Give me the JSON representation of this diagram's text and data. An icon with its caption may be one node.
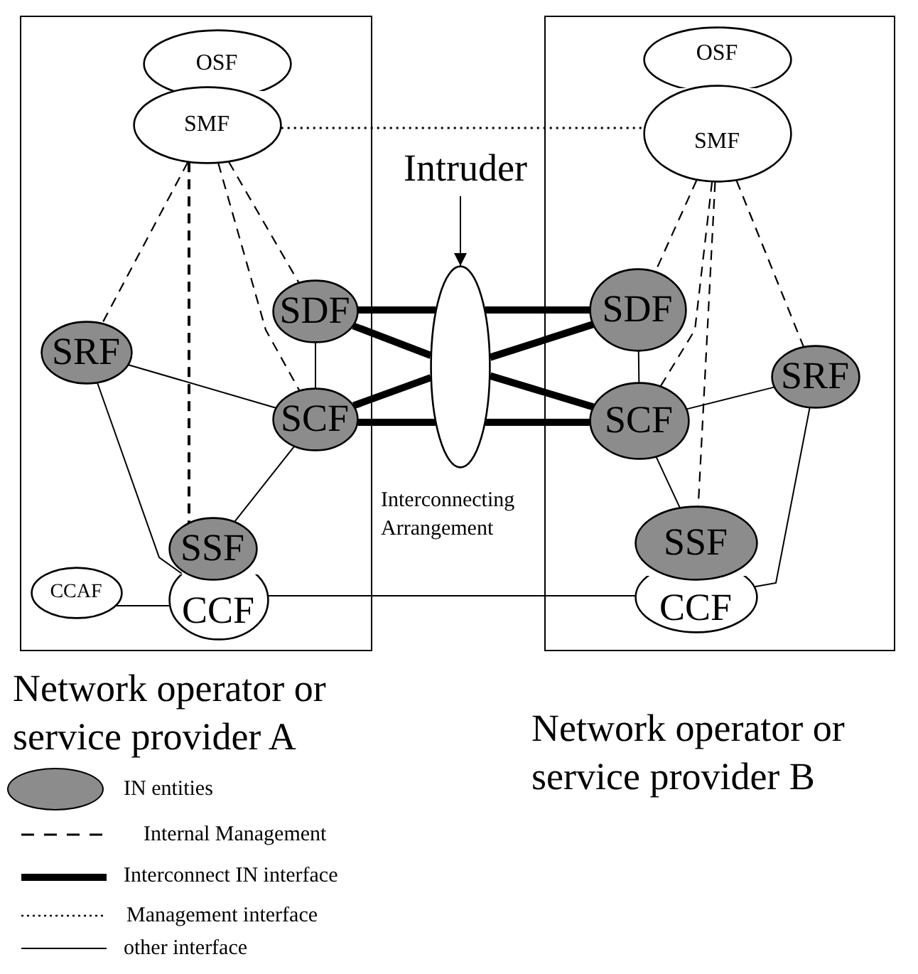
{
  "diagram": {
    "nodes": [
      {
        "text": [
          "Network operator or service provider A"
        ]
      },
      {
        "text": [
          "OSF"
        ],
        "in": 0
      },
      {
        "text": [
          "SMF"
        ],
        "in": 0
      },
      {
        "text": [
          "SDF"
        ],
        "in": 0
      },
      {
        "text": [
          "SRF"
        ],
        "in": 0
      },
      {
        "text": [
          "SCF"
        ],
        "in": 0
      },
      {
        "text": [
          "SSF"
        ],
        "in": 0
      },
      {
        "text": [
          "CCAF"
        ],
        "in": 0
      },
      {
        "text": [
          "CCF"
        ],
        "in": 0
      },
      {
        "text": [
          "Intruder"
        ]
      },
      {
        "text": [],
        "shape": "ellipse",
        "beside": [
          "Interconnecting Arrangement"
        ]
      },
      {
        "text": [
          "Network operator or service provider B"
        ]
      },
      {
        "text": [
          "OSF"
        ],
        "in": 11
      },
      {
        "text": [
          "SMF"
        ],
        "in": 11
      },
      {
        "text": [
          "SDF"
        ],
        "in": 11
      },
      {
        "text": [
          "SCF"
        ],
        "in": 11
      },
      {
        "text": [
          "SRF"
        ],
        "in": 11
      },
      {
        "text": [
          "SSF"
        ],
        "in": 11
      },
      {
        "text": [
          "CCF"
        ],
        "in": 11
      }
    ],
    "edges": [
      {
        "from": 2,
        "to": 4,
        "arrow": "none",
        "style": "dashed"
      },
      {
        "from": 2,
        "to": 6,
        "arrow": "none",
        "style": "dashed"
      },
      {
        "from": 2,
        "to": 3,
        "arrow": "none",
        "style": "dashed"
      },
      {
        "from": 2,
        "to": 5,
        "arrow": "none",
        "style": "dashed"
      },
      {
        "from": 3,
        "to": 5,
        "arrow": "none"
      },
      {
        "from": 4,
        "to": 5,
        "arrow": "none"
      },
      {
        "from": 4,
        "to": 8,
        "arrow": "none"
      },
      {
        "from": 5,
        "to": 6,
        "arrow": "none"
      },
      {
        "from": 7,
        "to": 8,
        "arrow": "none"
      },
      {
        "from": 2,
        "to": 13,
        "arrow": "none",
        "style": "dashed"
      },
      {
        "from": 9,
        "to": 10,
        "arrow": "to"
      },
      {
        "from": 3,
        "to": 10,
        "arrow": "none",
        "style": "thick"
      },
      {
        "from": 3,
        "to": 10,
        "arrow": "none",
        "style": "thick"
      },
      {
        "from": 5,
        "to": 10,
        "arrow": "none",
        "style": "thick"
      },
      {
        "from": 5,
        "to": 10,
        "arrow": "none",
        "style": "thick"
      },
      {
        "from": 10,
        "to": 14,
        "arrow": "none",
        "style": "thick"
      },
      {
        "from": 10,
        "to": 14,
        "arrow": "none",
        "style": "thick"
      },
      {
        "from": 10,
        "to": 15,
        "arrow": "none",
        "style": "thick"
      },
      {
        "from": 10,
        "to": 15,
        "arrow": "none",
        "style": "thick"
      },
      {
        "from": 8,
        "to": 18,
        "arrow": "none"
      },
      {
        "from": 13,
        "to": 14,
        "arrow": "none",
        "style": "dashed"
      },
      {
        "from": 13,
        "to": 15,
        "arrow": "none",
        "style": "dashed"
      },
      {
        "from": 13,
        "to": 17,
        "arrow": "none",
        "style": "dashed"
      },
      {
        "from": 13,
        "to": 16,
        "arrow": "none",
        "style": "dashed"
      },
      {
        "from": 14,
        "to": 15,
        "arrow": "none"
      },
      {
        "from": 15,
        "to": 16,
        "arrow": "none"
      },
      {
        "from": 15,
        "to": 17,
        "arrow": "none"
      },
      {
        "from": 16,
        "to": 18,
        "arrow": "none"
      }
    ],
    "legend": [
      {
        "text": "IN entities",
        "color": "#8c8c8c"
      },
      {
        "text": "Internal Management"
      },
      {
        "text": "Interconnect  IN interface"
      },
      {
        "text": "Management interface"
      },
      {
        "text": "other interface"
      }
    ]
  }
}
